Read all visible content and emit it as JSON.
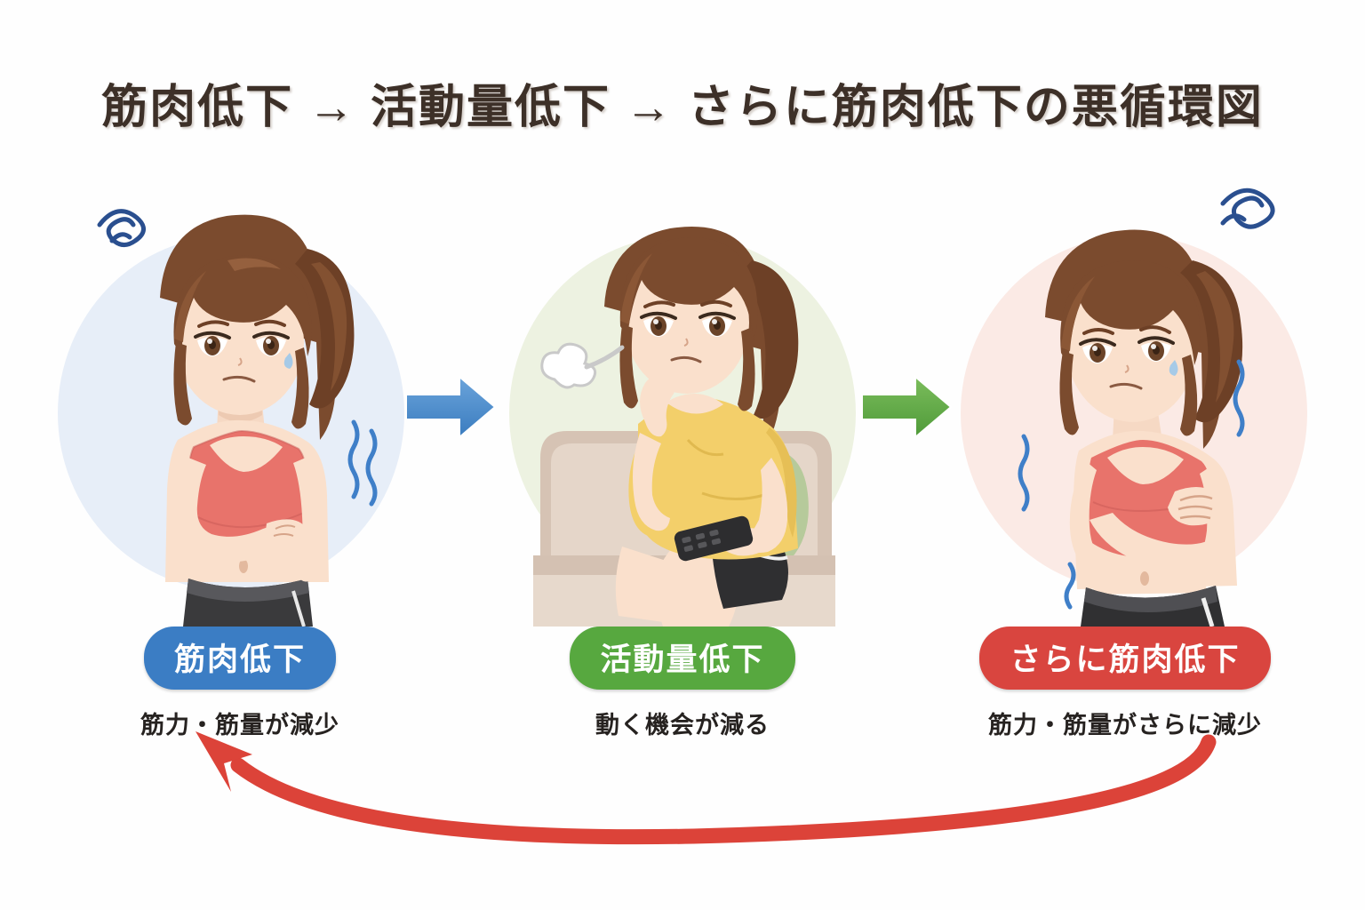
{
  "title": "筋肉低下 → 活動量低下 → さらに筋肉低下の悪循環図",
  "colors": {
    "title_text": "#3d3028",
    "badge_blue": "#3b7dc4",
    "badge_green": "#57a83f",
    "badge_red": "#d9453f",
    "arrow_blue": "#4a8fd0",
    "arrow_green": "#62ac48",
    "loop_arrow_red": "#dc4339",
    "circle_blue": "#e7eef8",
    "circle_green": "#edf2e1",
    "circle_pink": "#fbeae5",
    "page_background": "#ffffff"
  },
  "panels": [
    {
      "id": "muscle-decline",
      "badge_label": "筋肉低下",
      "caption": "筋力・筋量が減少",
      "badge_color": "#3b7dc4",
      "circle_color": "#e7eef8",
      "illustration_name": "worried-woman-pinching-arm",
      "illustration_description": "若い女性がスポーツブラと黒いショートパンツ姿で腕をつまみ、心配そうな表情",
      "effect_icons": [
        "blue-spiral-squiggle",
        "blue-wavy-lines"
      ]
    },
    {
      "id": "activity-decline",
      "badge_label": "活動量低下",
      "caption": "動く機会が減る",
      "badge_color": "#57a83f",
      "circle_color": "#edf2e1",
      "illustration_name": "bored-woman-on-sofa-with-remote",
      "illustration_description": "黄色いTシャツの女性がソファに座り、頬杖をついてテレビのリモコンを持つ",
      "effect_icons": [
        "sigh-puff-cloud"
      ]
    },
    {
      "id": "further-muscle-decline",
      "badge_label": "さらに筋肉低下",
      "caption": "筋力・筋量がさらに減少",
      "badge_color": "#d9453f",
      "circle_color": "#fbeae5",
      "illustration_name": "hunched-woman-clutching-arm",
      "illustration_description": "女性が前かがみになり腕を抱えて震えている",
      "effect_icons": [
        "blue-spiral-squiggle",
        "blue-wavy-lines"
      ]
    }
  ],
  "flow_arrows": [
    {
      "id": "arrow-1",
      "direction": "right",
      "color": "#4a8fd0",
      "from": "muscle-decline",
      "to": "activity-decline"
    },
    {
      "id": "arrow-2",
      "direction": "right",
      "color": "#62ac48",
      "from": "activity-decline",
      "to": "further-muscle-decline"
    }
  ],
  "loop_arrow": {
    "id": "feedback-loop",
    "direction": "right-to-left",
    "color": "#dc4339",
    "from": "further-muscle-decline",
    "to": "muscle-decline"
  }
}
